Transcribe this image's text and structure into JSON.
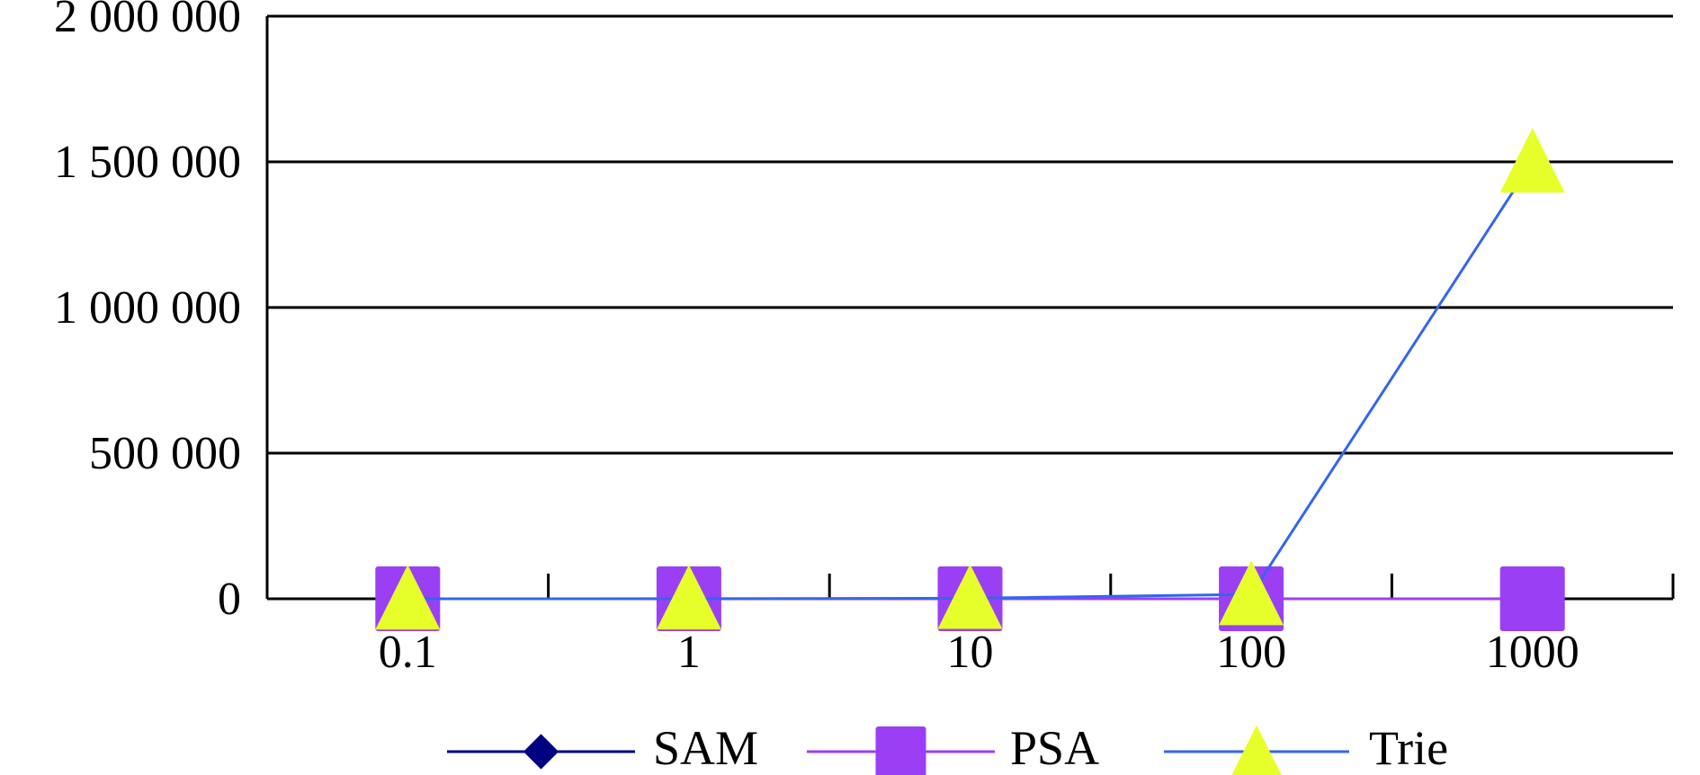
{
  "chart_data": {
    "type": "line",
    "title": "",
    "xlabel": "",
    "ylabel": "",
    "categories": [
      "0.1",
      "1",
      "10",
      "100",
      "1000"
    ],
    "ylim": [
      0,
      2000000
    ],
    "yticks": [
      0,
      500000,
      1000000,
      1500000,
      2000000
    ],
    "ytick_labels": [
      "0",
      "500 000",
      "1 000 000",
      "1 500 000",
      "2 000 000"
    ],
    "grid": true,
    "legend_position": "bottom",
    "series": [
      {
        "name": "SAM",
        "values": [
          0,
          0,
          0,
          0,
          null
        ],
        "color": "#000080",
        "marker": "diamond"
      },
      {
        "name": "PSA",
        "values": [
          0,
          0,
          0,
          0,
          0
        ],
        "color": "#9b3ff5",
        "marker": "square"
      },
      {
        "name": "Trie",
        "values": [
          0,
          200,
          2000,
          15000,
          1500000
        ],
        "color": "#3366ee",
        "marker": "triangle",
        "marker_color": "#e6ff2a"
      }
    ]
  }
}
